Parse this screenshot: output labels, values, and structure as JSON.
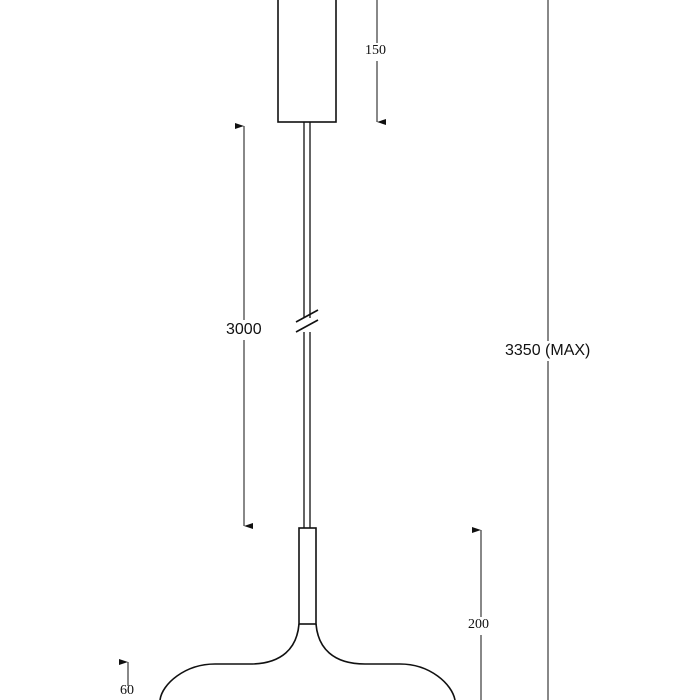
{
  "dimensions": {
    "canopy_height": "150",
    "cable_length": "3000",
    "total_height": "3350 (MAX)",
    "shade_height": "200",
    "base_height": "60"
  },
  "colors": {
    "line": "#111111",
    "background": "#ffffff"
  }
}
